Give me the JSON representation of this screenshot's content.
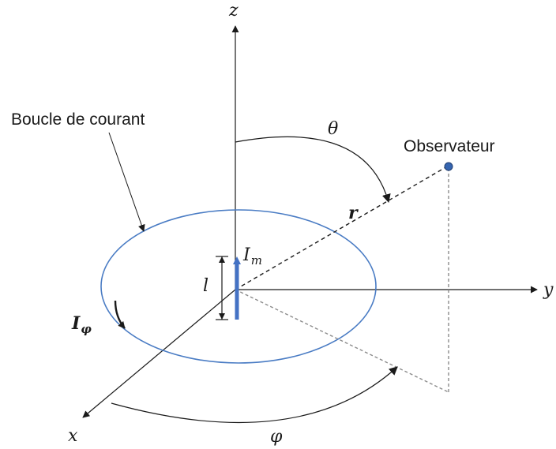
{
  "labels": {
    "axis_z": "z",
    "axis_y": "y",
    "axis_x": "x",
    "theta": "θ",
    "phi": "φ",
    "r": "r",
    "length": "l",
    "current_moment": "I",
    "current_moment_sub": "m",
    "loop_current": "I",
    "loop_current_sub": "φ",
    "loop_name": "Boucle de courant",
    "observer": "Observateur"
  },
  "colors": {
    "loop": "#4a7cc4",
    "moment_arrow": "#4472c4",
    "observer_point": "#3565b0",
    "line": "#1a1a1a",
    "projection": "#8c8c8c"
  }
}
